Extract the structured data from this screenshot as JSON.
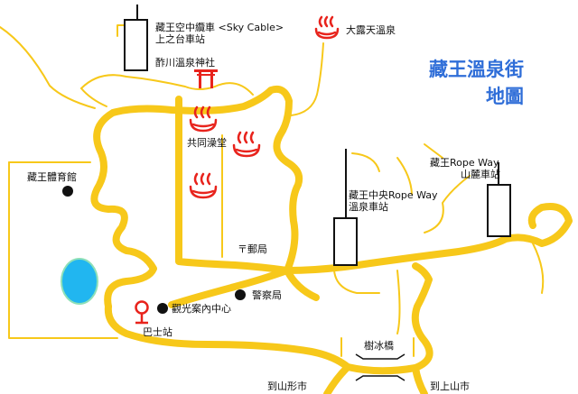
{
  "title_line1": "藏王溫泉街",
  "title_line2": "地圖",
  "labels": {
    "skycable_line1": "藏王空中纜車 <Sky Cable>",
    "skycable_line2": "上之台車站",
    "shrine": "酢川溫泉神社",
    "outdoor_bath": "大露天溫泉",
    "public_bath": "共同澡堂",
    "gym": "藏王體育館",
    "post_office": "〒郵局",
    "police": "警察局",
    "tourist_center": "觀光案內中心",
    "bus_stop": "巴士站",
    "ropeway_center_line1": "藏王中央Rope Way",
    "ropeway_center_line2": "溫泉車站",
    "ropeway_sanroku_line1": "藏王Rope Way",
    "ropeway_sanroku_line2": "山麓車站",
    "bridge": "樹冰橋",
    "to_yamagata": "到山形市",
    "to_kaminoyama": "到上山市"
  },
  "colors": {
    "road": "#f7c81a",
    "thin_road": "#f7c81a",
    "title": "#2f6ed8",
    "hot_spring_icon": "#e8231c",
    "shrine_gate": "#e8231c",
    "bus_stop_icon": "#e8231c",
    "pond": "#21b6f0",
    "pond_edge": "#8ee0b8",
    "outline": "#f7c81a"
  },
  "icons": [
    "hot-spring-icon",
    "torii-gate-icon",
    "bus-stop-icon",
    "location-dot-icon",
    "station-icon"
  ]
}
